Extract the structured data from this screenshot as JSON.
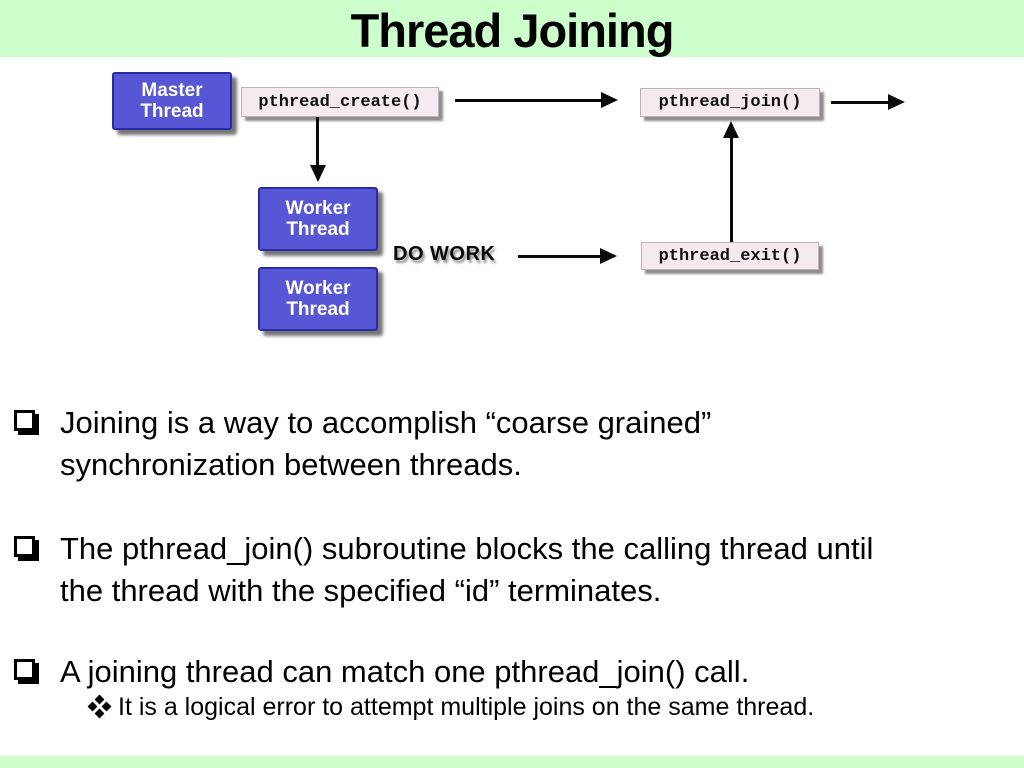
{
  "title": "Thread Joining",
  "colors": {
    "header_bg": "#ccffcc",
    "thread_box_bg": "#5757d6",
    "thread_box_border": "#2a2aa8",
    "label_box_bg": "#f5eaf0",
    "text": "#000000"
  },
  "diagram": {
    "master_label": "Master Thread",
    "worker_label": "Worker Thread",
    "pthread_create": "pthread_create()",
    "pthread_join": "pthread_join()",
    "pthread_exit": "pthread_exit()",
    "do_work": "DO WORK"
  },
  "bullets": {
    "b1_line1": "Joining is a way to accomplish “coarse grained”",
    "b1_line2": "synchronization between threads.",
    "b2_line1": "The pthread_join() subroutine blocks the calling thread until",
    "b2_line2": "the thread with the specified “id” terminates.",
    "b3_line1": "A joining thread can match one pthread_join() call.",
    "sub1_text": "It is a logical error to attempt multiple joins on the same thread."
  }
}
